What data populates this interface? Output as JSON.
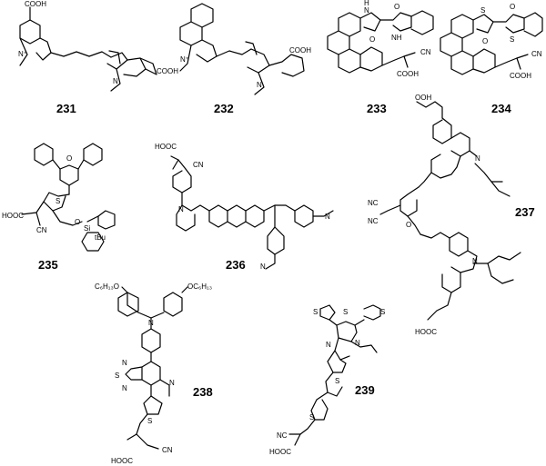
{
  "compounds": [
    {
      "id": "231",
      "atoms": {
        "cooh_top": "COOH",
        "nplus": "N⁺",
        "cooh_right": "COOH",
        "n": "N"
      }
    },
    {
      "id": "232",
      "atoms": {
        "nplus": "N⁺",
        "cooh": "COOH",
        "n": "N"
      }
    },
    {
      "id": "233",
      "atoms": {
        "h_top": "H",
        "n_top": "N",
        "nh": "NH",
        "cn": "CN",
        "cooh": "COOH",
        "o1": "O",
        "o2": "O"
      }
    },
    {
      "id": "234",
      "atoms": {
        "s1": "S",
        "s2": "S",
        "cn": "CN",
        "cooh": "COOH",
        "o1": "O",
        "o2": "O"
      }
    },
    {
      "id": "235",
      "atoms": {
        "o_pyran": "O",
        "hooc": "HOOC",
        "cn": "CN",
        "s": "S",
        "o": "O",
        "si": "Si",
        "tbu": "tBu"
      }
    },
    {
      "id": "236",
      "atoms": {
        "hooc": "HOOC",
        "cn": "CN",
        "n_left": "N",
        "n_right": "N",
        "n_bottom": "N"
      }
    },
    {
      "id": "237",
      "atoms": {
        "cooh_top": "OOH",
        "n_top": "N",
        "nc1": "NC",
        "nc2": "NC",
        "o": "O",
        "n_bottom": "N",
        "hooc": "HOOC"
      }
    },
    {
      "id": "238",
      "atoms": {
        "oc6_left": "C₆H₁₃O",
        "oc6_right": "OC₆H₁₃",
        "n_amine": "N",
        "n1": "N",
        "s": "S",
        "n2": "N",
        "n_pyr": "N",
        "s_thioph": "S",
        "hooc": "HOOC",
        "cn": "CN"
      }
    },
    {
      "id": "239",
      "atoms": {
        "s_core": "S",
        "s_left": "S",
        "s_right": "S",
        "n_core": "N",
        "n2": "N",
        "s3": "S",
        "s4": "S",
        "nc": "NC",
        "hooc": "HOOC"
      }
    }
  ]
}
